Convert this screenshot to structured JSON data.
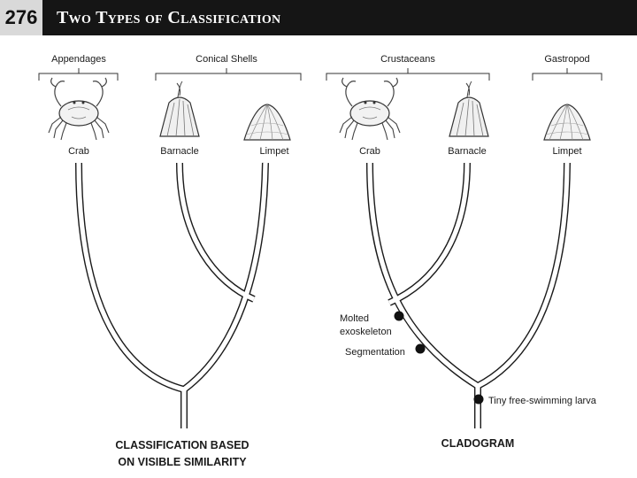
{
  "page": {
    "number": "276",
    "title": "Two Types of Classification"
  },
  "left_tree": {
    "groups": {
      "appendages": "Appendages",
      "conical_shells": "Conical Shells"
    },
    "organisms": {
      "crab": "Crab",
      "barnacle": "Barnacle",
      "limpet": "Limpet"
    },
    "caption_line1": "CLASSIFICATION BASED",
    "caption_line2": "ON VISIBLE SIMILARITY"
  },
  "right_tree": {
    "groups": {
      "crustaceans": "Crustaceans",
      "gastropod": "Gastropod"
    },
    "organisms": {
      "crab": "Crab",
      "barnacle": "Barnacle",
      "limpet": "Limpet"
    },
    "traits": {
      "molted_line1": "Molted",
      "molted_line2": "exoskeleton",
      "segmentation": "Segmentation",
      "larva": "Tiny free-swimming larva"
    },
    "caption": "CLADOGRAM"
  },
  "icons": {
    "crab": "crab-icon",
    "barnacle": "barnacle-icon",
    "limpet": "limpet-icon",
    "trait": "trait-dot-icon"
  }
}
